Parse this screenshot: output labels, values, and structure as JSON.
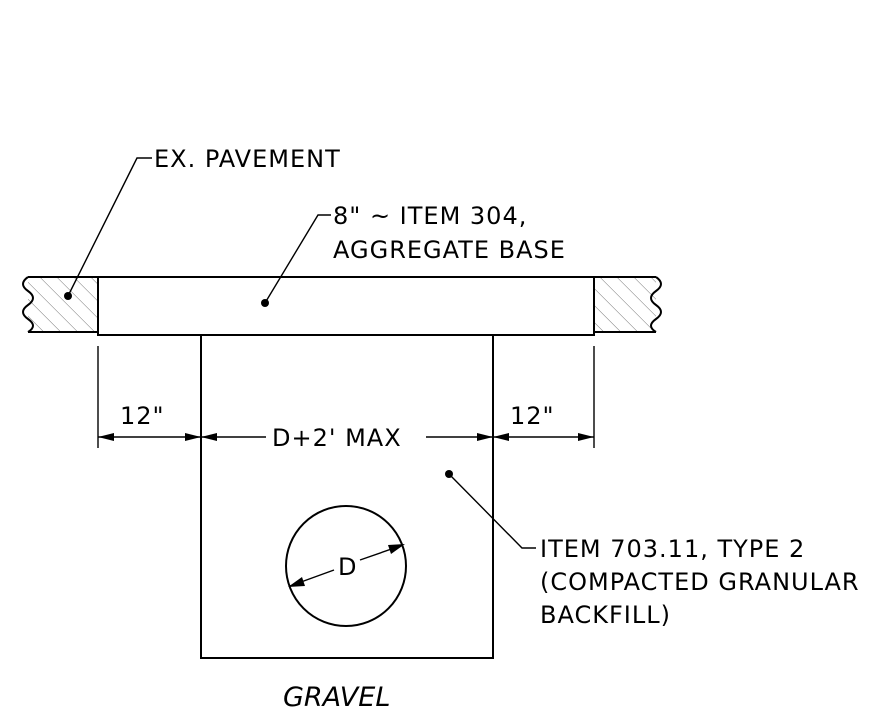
{
  "labels": {
    "ex_pavement": "EX. PAVEMENT",
    "aggregate_line1": "8\" ~ ITEM 304,",
    "aggregate_line2": "AGGREGATE BASE",
    "dim_left": "12\"",
    "dim_right": "12\"",
    "dim_trench": "D+2' MAX",
    "pipe_diameter": "D",
    "backfill_line1": "ITEM 703.11, TYPE 2",
    "backfill_line2": "(COMPACTED GRANULAR",
    "backfill_line3": "BACKFILL)",
    "caption": "GRAVEL"
  }
}
